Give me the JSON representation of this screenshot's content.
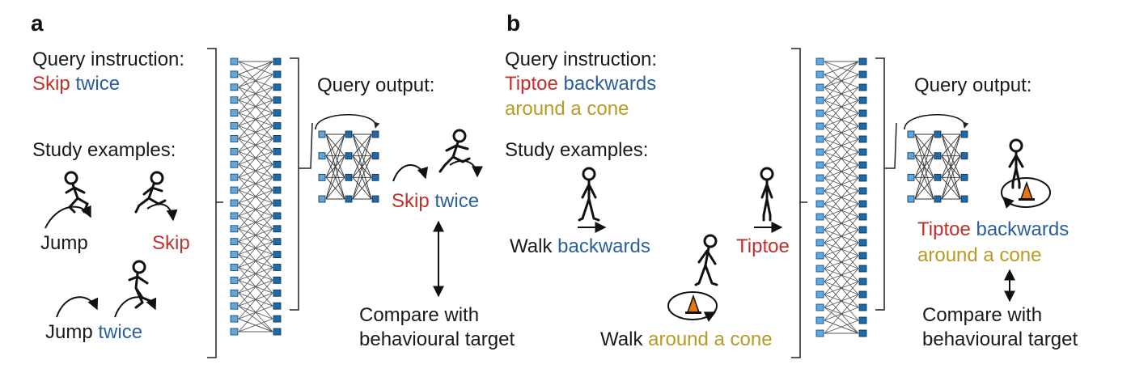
{
  "colors": {
    "red": "#c0302b",
    "blue": "#2b5f9c",
    "gold": "#b99a25",
    "text": "#1a1a1a",
    "node_light": "#5aa9e0",
    "node_dark": "#1f6aa8",
    "cone": "#e8760f"
  },
  "panel_a": {
    "label": "a",
    "query_instruction_label": "Query instruction:",
    "query_words": [
      "Skip",
      "twice"
    ],
    "study_label": "Study examples:",
    "examples": {
      "jump": "Jump",
      "skip": "Skip",
      "jump_twice": [
        "Jump",
        "twice"
      ]
    },
    "query_output_label": "Query output:",
    "output_words": [
      "Skip",
      "twice"
    ],
    "compare_lines": [
      "Compare with",
      "behavioural target"
    ]
  },
  "panel_b": {
    "label": "b",
    "query_instruction_label": "Query instruction:",
    "query_line1": [
      "Tiptoe",
      "backwards"
    ],
    "query_line2": "around a cone",
    "study_label": "Study examples:",
    "examples": {
      "walk_backwards": [
        "Walk",
        "backwards"
      ],
      "tiptoe": "Tiptoe",
      "walk_around": [
        "Walk",
        "around a cone"
      ]
    },
    "query_output_label": "Query output:",
    "output_line1": [
      "Tiptoe",
      "backwards"
    ],
    "output_line2": "around a cone",
    "compare_lines": [
      "Compare with",
      "behavioural target"
    ]
  }
}
